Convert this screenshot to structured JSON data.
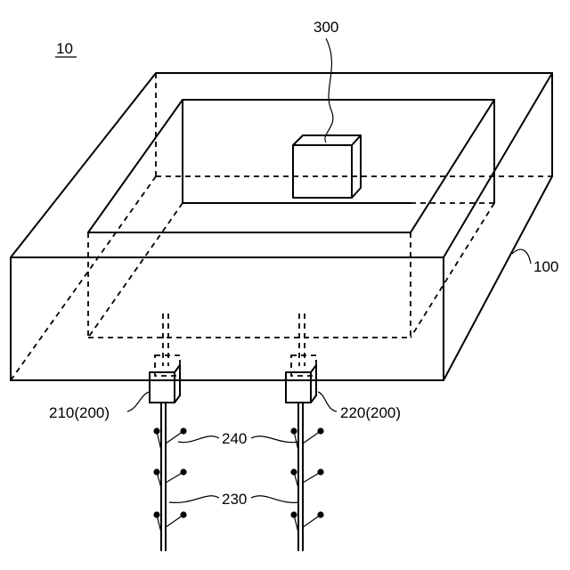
{
  "figure": {
    "figure_ref": "10",
    "labels": {
      "housing": "100",
      "top_module": "300",
      "sensor_left": "210(200)",
      "sensor_right": "220(200)",
      "branches": "240",
      "stems": "230"
    }
  }
}
